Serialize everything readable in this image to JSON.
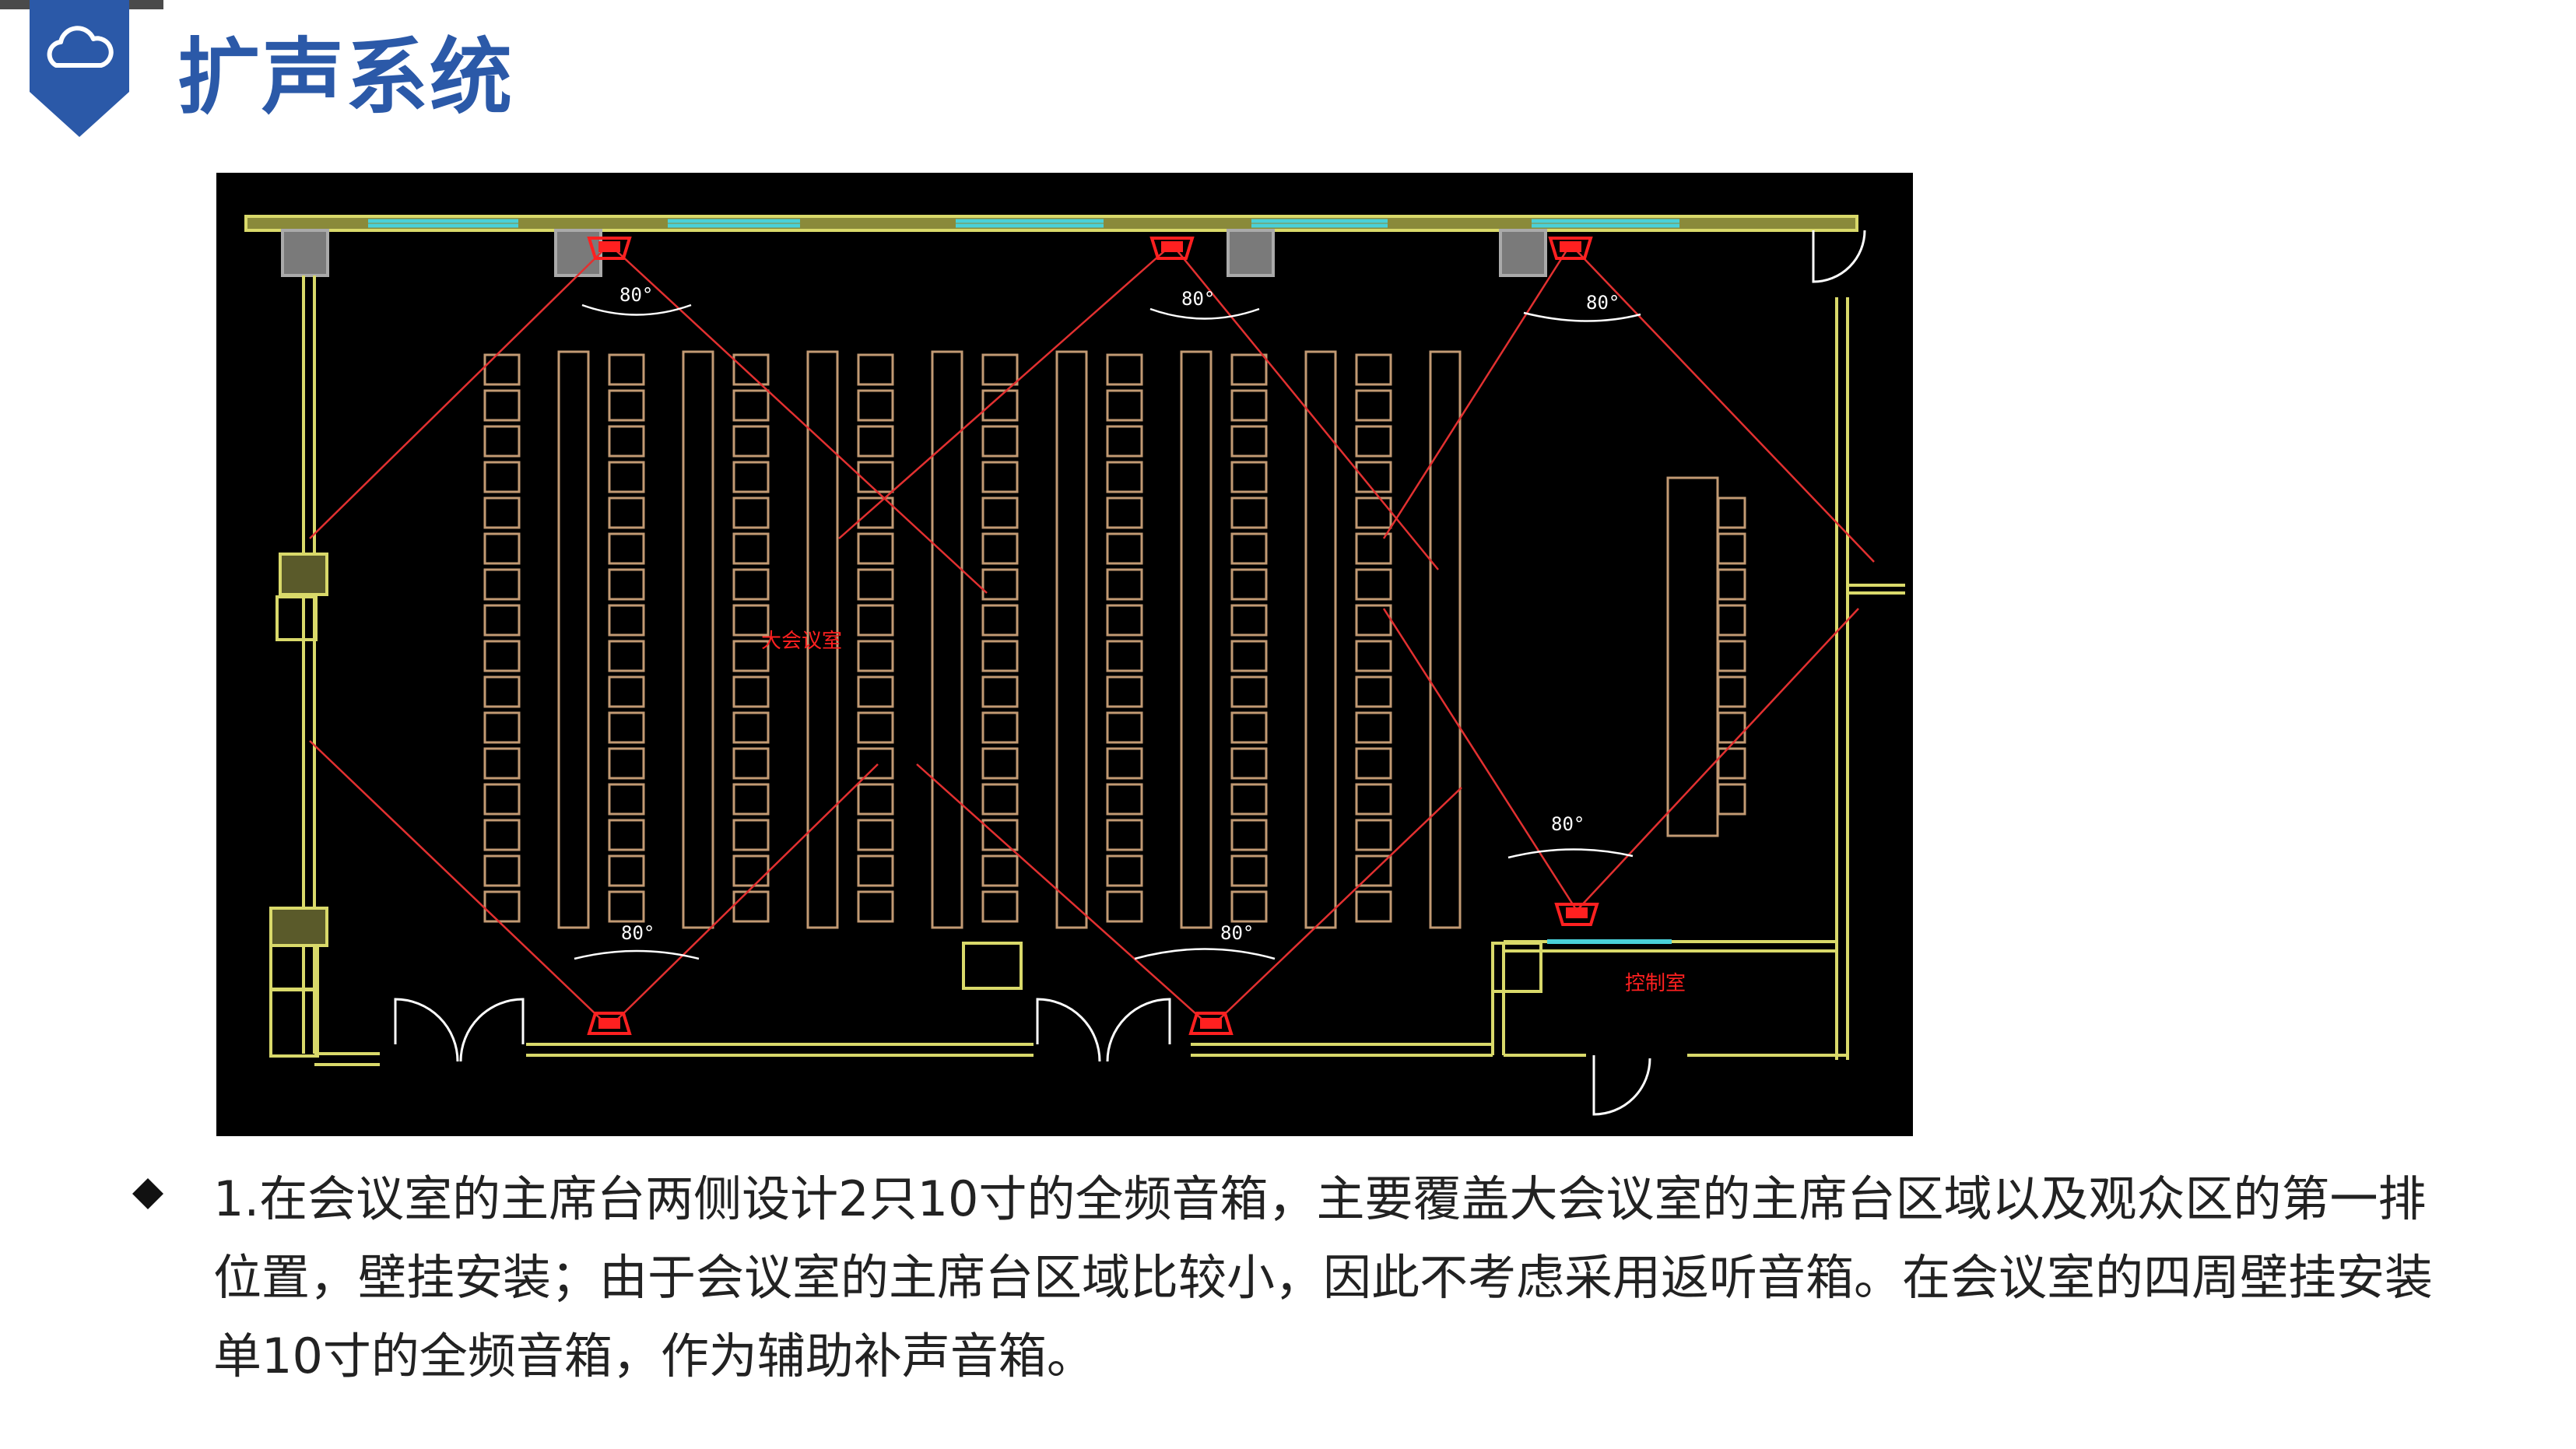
{
  "header": {
    "title": "扩声系统",
    "badge_icon": "cloud-icon",
    "accent_color": "#2b59a8"
  },
  "floor_plan": {
    "angle_label": "80°",
    "main_room_label": "大会议室",
    "control_room_label": "控制室",
    "colors": {
      "background": "#000000",
      "wall": "#d9d96a",
      "seat": "#c29a73",
      "speaker": "#ff2020",
      "coverage_line": "#e23030",
      "window": "#4ad0d8"
    }
  },
  "content": {
    "bullet_icon": "diamond-bullet-icon",
    "paragraph": "1.在会议室的主席台两侧设计2只10寸的全频音箱，主要覆盖大会议室的主席台区域以及观众区的第一排位置，壁挂安装；由于会议室的主席台区域比较小，因此不考虑采用返听音箱。在会议室的四周壁挂安装单10寸的全频音箱，作为辅助补声音箱。"
  }
}
